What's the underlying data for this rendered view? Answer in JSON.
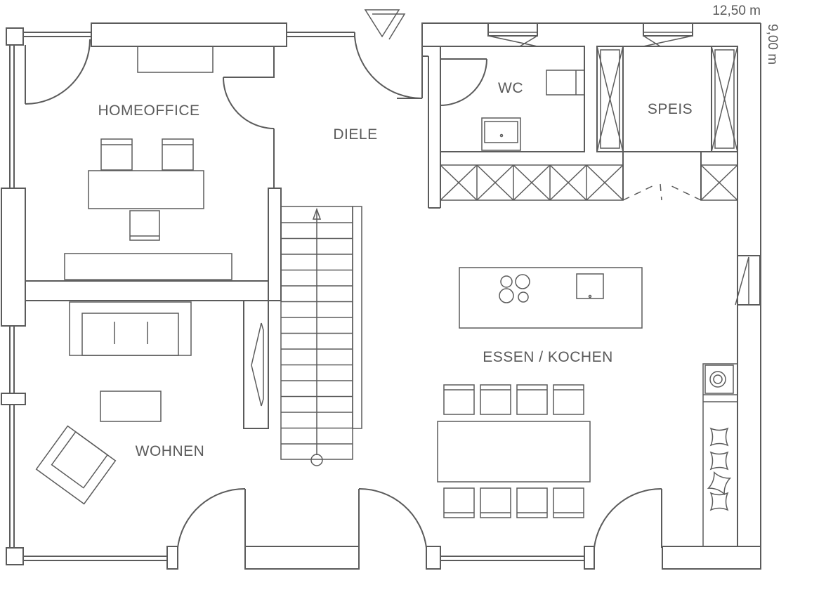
{
  "rooms": {
    "homeoffice": "HOMEOFFICE",
    "diele": "DIELE",
    "wc": "WC",
    "speis": "SPEIS",
    "essen_kochen": "ESSEN / KOCHEN",
    "wohnen": "WOHNEN"
  },
  "dimensions": {
    "width": "12,50 m",
    "depth": "9,00 m"
  },
  "colors": {
    "line": "#5b5b5b",
    "text": "#5a5a5a",
    "background": "#ffffff"
  },
  "icons": [
    "entrance-triangle-icon",
    "stair-arrow-icon",
    "cooktop-icon",
    "sink-icon",
    "washing-machine-icon"
  ]
}
